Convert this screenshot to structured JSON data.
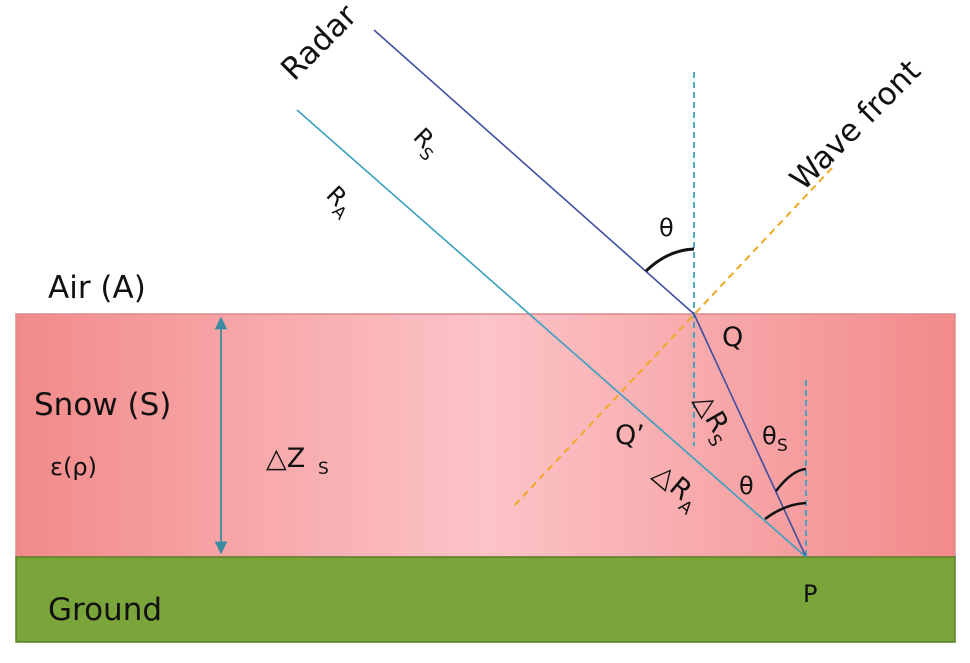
{
  "labels": {
    "radar": "Radar",
    "wave_front": "Wave front",
    "r_s": "R",
    "r_s_sub": "S",
    "r_a": "R",
    "r_a_sub": "A",
    "theta_top": "θ",
    "air": "Air (A)",
    "snow": "Snow (S)",
    "epsilon": "ε(ρ)",
    "delta_z": "△Z",
    "delta_z_sub": "S",
    "q": "Q",
    "q_prime": "Q’",
    "delta_rs": "△R",
    "delta_rs_sub": "S",
    "theta_s": "θ",
    "theta_s_sub": "S",
    "delta_ra": "△R",
    "delta_ra_sub": "A",
    "theta_bottom": "θ",
    "ground": "Ground",
    "p": "P"
  },
  "colors": {
    "snow_edge": "#f28a8a",
    "snow_center": "#fcc4c8",
    "snow_border": "#d98c8c",
    "ground": "#7aa53a",
    "ground_border": "#5b7f25",
    "ray_snow": "#3f4fa0",
    "ray_air": "#3aa0c0",
    "normal_dashed": "#3aa0c0",
    "wave_front": "#f0a825",
    "depth_arrow": "#3a8aa0"
  }
}
